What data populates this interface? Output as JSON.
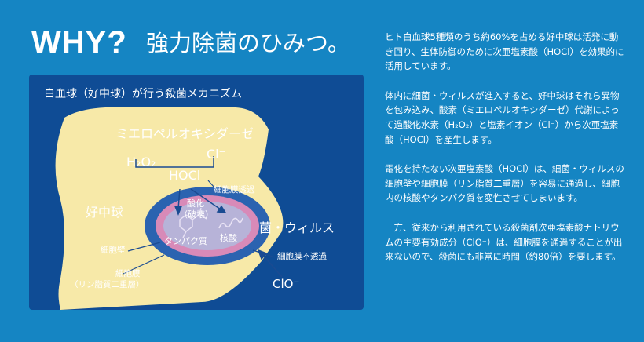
{
  "header": {
    "why": "WHY?",
    "title": "強力除菌のひみつ。"
  },
  "diagram": {
    "panel_title": "白血球（好中球）が行う殺菌メカニズム",
    "enzyme": "ミエロペルオキシダーゼ",
    "h2o2": "H₂O₂",
    "cl_ion": "Cl⁻",
    "hocl": "HOCl",
    "membrane_permeable": "細胞膜透過",
    "oxidation": "酸化",
    "destruction": "（破壊）",
    "neutrophil": "好中球",
    "bacteria_virus": "菌・ウィルス",
    "protein": "タンパク質",
    "nucleic_acid": "核酸",
    "cell_wall": "細胞壁",
    "membrane_impermeable": "細胞膜不透過",
    "cell_membrane": "細胞膜",
    "phospholipid": "（リン脂質二重層）",
    "clo_ion": "ClO⁻",
    "colors": {
      "background": "#1585c3",
      "panel": "#0f4c95",
      "cell": "#f7e9a8",
      "membrane_outer": "#2b63b0",
      "membrane_ring": "#d88ab8",
      "membrane_inner": "#b7b3d8"
    }
  },
  "text": {
    "p1": "ヒト白血球5種類のうち約60%を占める好中球は活発に動き回り、生体防御のために次亜塩素酸（HOCl）を効果的に活用しています。",
    "p2": "体内に細菌・ウィルスが進入すると、好中球はそれら異物を包み込み、酸素（ミエロペルオキシダーゼ）代謝によって過酸化水素（H₂O₂）と塩素イオン（Cl⁻）から次亜塩素酸（HOCl）を産生します。",
    "p3": "電化を持たない次亜塩素酸（HOCl）は、細菌・ウィルスの細胞壁や細胞膜（リン脂質二重層）を容易に通過し、細胞内の核酸やタンパク質を変性させてしまいます。",
    "p4": "一方、従来から利用されている殺菌剤次亜塩素酸ナトリウムの主要有効成分（ClO⁻）は、細胞膜を通過することが出来ないので、殺菌にも非常に時間（約80倍）を要します。"
  }
}
